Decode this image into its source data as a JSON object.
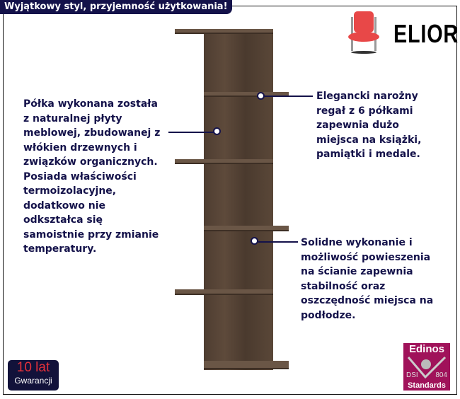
{
  "title": "Wyjątkowy styl, przyjemność użytkowania!",
  "brand": "ELIOR",
  "left_text": "Półka wykonana została\nz naturalnej płyty\nmeblowej, zbudowanej z\nwłókien drzewnych i\nzwiązków organicznych.\nPosiada właściwości\ntermoizolacyjne,\ndodatkowo nie\nodkształca się\nsamoistnie przy zmianie\ntemperatury.",
  "right_top_text": "Elegancki narożny\nregał z 6 półkami\nzapewnia dużo\nmiejsca na książki,\npamiątki i medale.",
  "right_bottom_text": "Solidne wykonanie i\nmożliwość powieszenia\nna ścianie zapewnia\nstabilność oraz\noszczędność miejsca na\npodłodze.",
  "warranty": {
    "years": "10 lat",
    "label": "Gwarancji"
  },
  "edinos": {
    "top": "Edinos",
    "left": "DSI",
    "right": "804",
    "bottom": "Standards"
  }
}
